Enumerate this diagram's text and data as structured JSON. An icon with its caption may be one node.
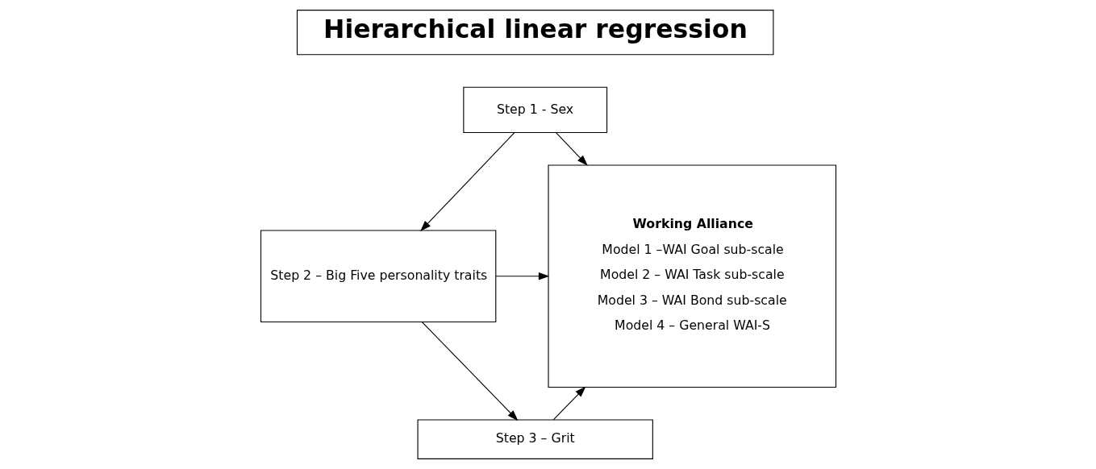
{
  "diagram": {
    "nodes": [
      {
        "text": [
          "Hierarchical linear regression"
        ]
      },
      {
        "text": [
          "Step 1 - Sex"
        ]
      },
      {
        "text": [
          "Step 2 – Big Five personality traits"
        ]
      },
      {
        "text": [
          "Step 3 – Grit"
        ]
      },
      {
        "text": [
          "Working Alliance",
          "Model 1 –WAI Goal sub-scale",
          "Model 2 – WAI Task sub-scale",
          "Model 3 – WAI Bond sub-scale",
          "Model 4 – General WAI-S"
        ]
      }
    ],
    "edges": [
      {
        "from": 1,
        "to": 2,
        "arrow": "to"
      },
      {
        "from": 2,
        "to": 3,
        "arrow": "to"
      },
      {
        "from": 1,
        "to": 4,
        "arrow": "to"
      },
      {
        "from": 2,
        "to": 4,
        "arrow": "to"
      },
      {
        "from": 3,
        "to": 4,
        "arrow": "to"
      }
    ]
  }
}
